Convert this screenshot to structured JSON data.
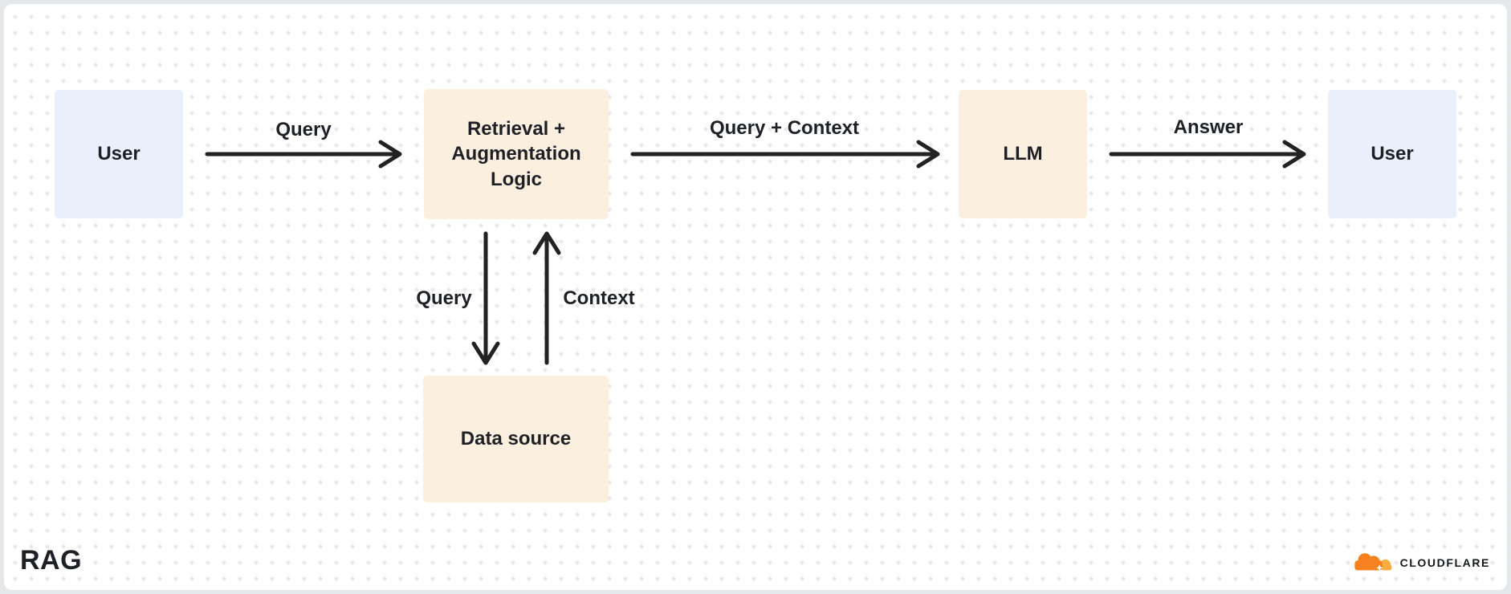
{
  "diagram": {
    "title": "RAG",
    "nodes": [
      {
        "id": "user-left",
        "label": "User",
        "type": "user"
      },
      {
        "id": "retrieval",
        "label": "Retrieval + Augmentation Logic",
        "type": "process"
      },
      {
        "id": "llm",
        "label": "LLM",
        "type": "process"
      },
      {
        "id": "user-right",
        "label": "User",
        "type": "user"
      },
      {
        "id": "data-source",
        "label": "Data source",
        "type": "process"
      }
    ],
    "edges": [
      {
        "from": "user-left",
        "to": "retrieval",
        "label": "Query"
      },
      {
        "from": "retrieval",
        "to": "llm",
        "label": "Query + Context"
      },
      {
        "from": "llm",
        "to": "user-right",
        "label": "Answer"
      },
      {
        "from": "retrieval",
        "to": "data-source",
        "label": "Query"
      },
      {
        "from": "data-source",
        "to": "retrieval",
        "label": "Context"
      }
    ],
    "colors": {
      "user_node_fill": "#e9f0fb",
      "process_node_fill": "#fbf0e0",
      "arrow": "#222222",
      "text": "#1e2025",
      "dot_grid": "#e9e9eb",
      "frame_border": "#e6e7e9",
      "canvas_bg": "#ffffff",
      "brand_orange": "#f6821f",
      "brand_orange_light": "#fbad41"
    },
    "branding": {
      "logo_icon": "cloudflare-cloud-icon",
      "logo_text": "CLOUDFLARE"
    }
  }
}
